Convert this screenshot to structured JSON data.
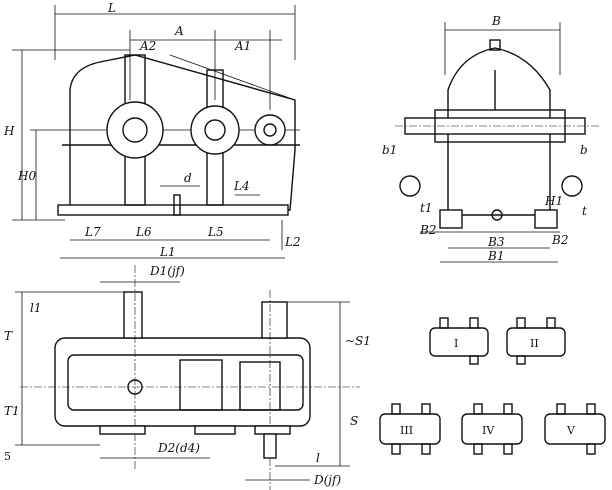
{
  "front_view": {
    "labels": {
      "L": "L",
      "A": "A",
      "A2": "A2",
      "A1": "A1",
      "H": "H",
      "H0": "H0",
      "d": "d",
      "L4": "L4",
      "L7": "L7",
      "L6": "L6",
      "L5": "L5",
      "L1": "L1",
      "L2": "L2"
    }
  },
  "side_view": {
    "labels": {
      "B": "B",
      "b1": "b1",
      "b": "b",
      "t1": "t1",
      "H1": "H1",
      "t": "t",
      "B2_left": "B2",
      "B3": "B3",
      "B2_right": "B2",
      "B1": "B1"
    }
  },
  "plan_view": {
    "labels": {
      "D1": "D1(jf)",
      "l1": "l1",
      "T": "T",
      "T1": "T1",
      "S1": "~S1",
      "S": "S",
      "five": "5",
      "D2": "D2(d4)",
      "l": "l",
      "D": "D(jf)"
    }
  },
  "assembly_types": [
    "I",
    "II",
    "III",
    "IV",
    "V"
  ]
}
